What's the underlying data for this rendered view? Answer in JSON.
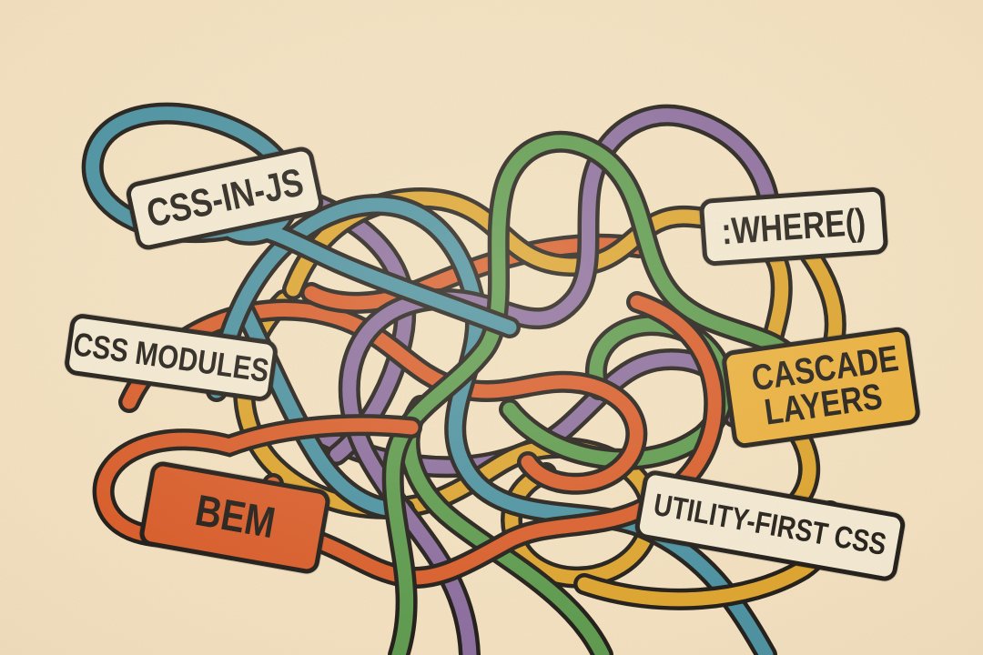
{
  "illustration": {
    "background": "#F4E2C2",
    "outline_color": "#221E1A",
    "text_color": "#26221C",
    "wire_colors": {
      "teal": "#4C93A4",
      "green": "#5E9C50",
      "gold": "#DFA630",
      "purple": "#8D6FA1",
      "orange": "#DB5F2D"
    },
    "labels": [
      {
        "id": "css-in-js",
        "text": "CSS-IN-JS",
        "bg": "#F5EBD5"
      },
      {
        "id": "where",
        "text": ":WHERE()",
        "bg": "#F5EBD5"
      },
      {
        "id": "css-modules",
        "text": "CSS MODULES",
        "bg": "#F5EBD5"
      },
      {
        "id": "cascade-layers",
        "text": "CASCADE LAYERS",
        "bg": "#ECB23F"
      },
      {
        "id": "bem",
        "text": "BEM",
        "bg": "#DB5F2D"
      },
      {
        "id": "utility-first",
        "text": "UTILITY-FIRST CSS",
        "bg": "#F5EBD5"
      }
    ]
  }
}
